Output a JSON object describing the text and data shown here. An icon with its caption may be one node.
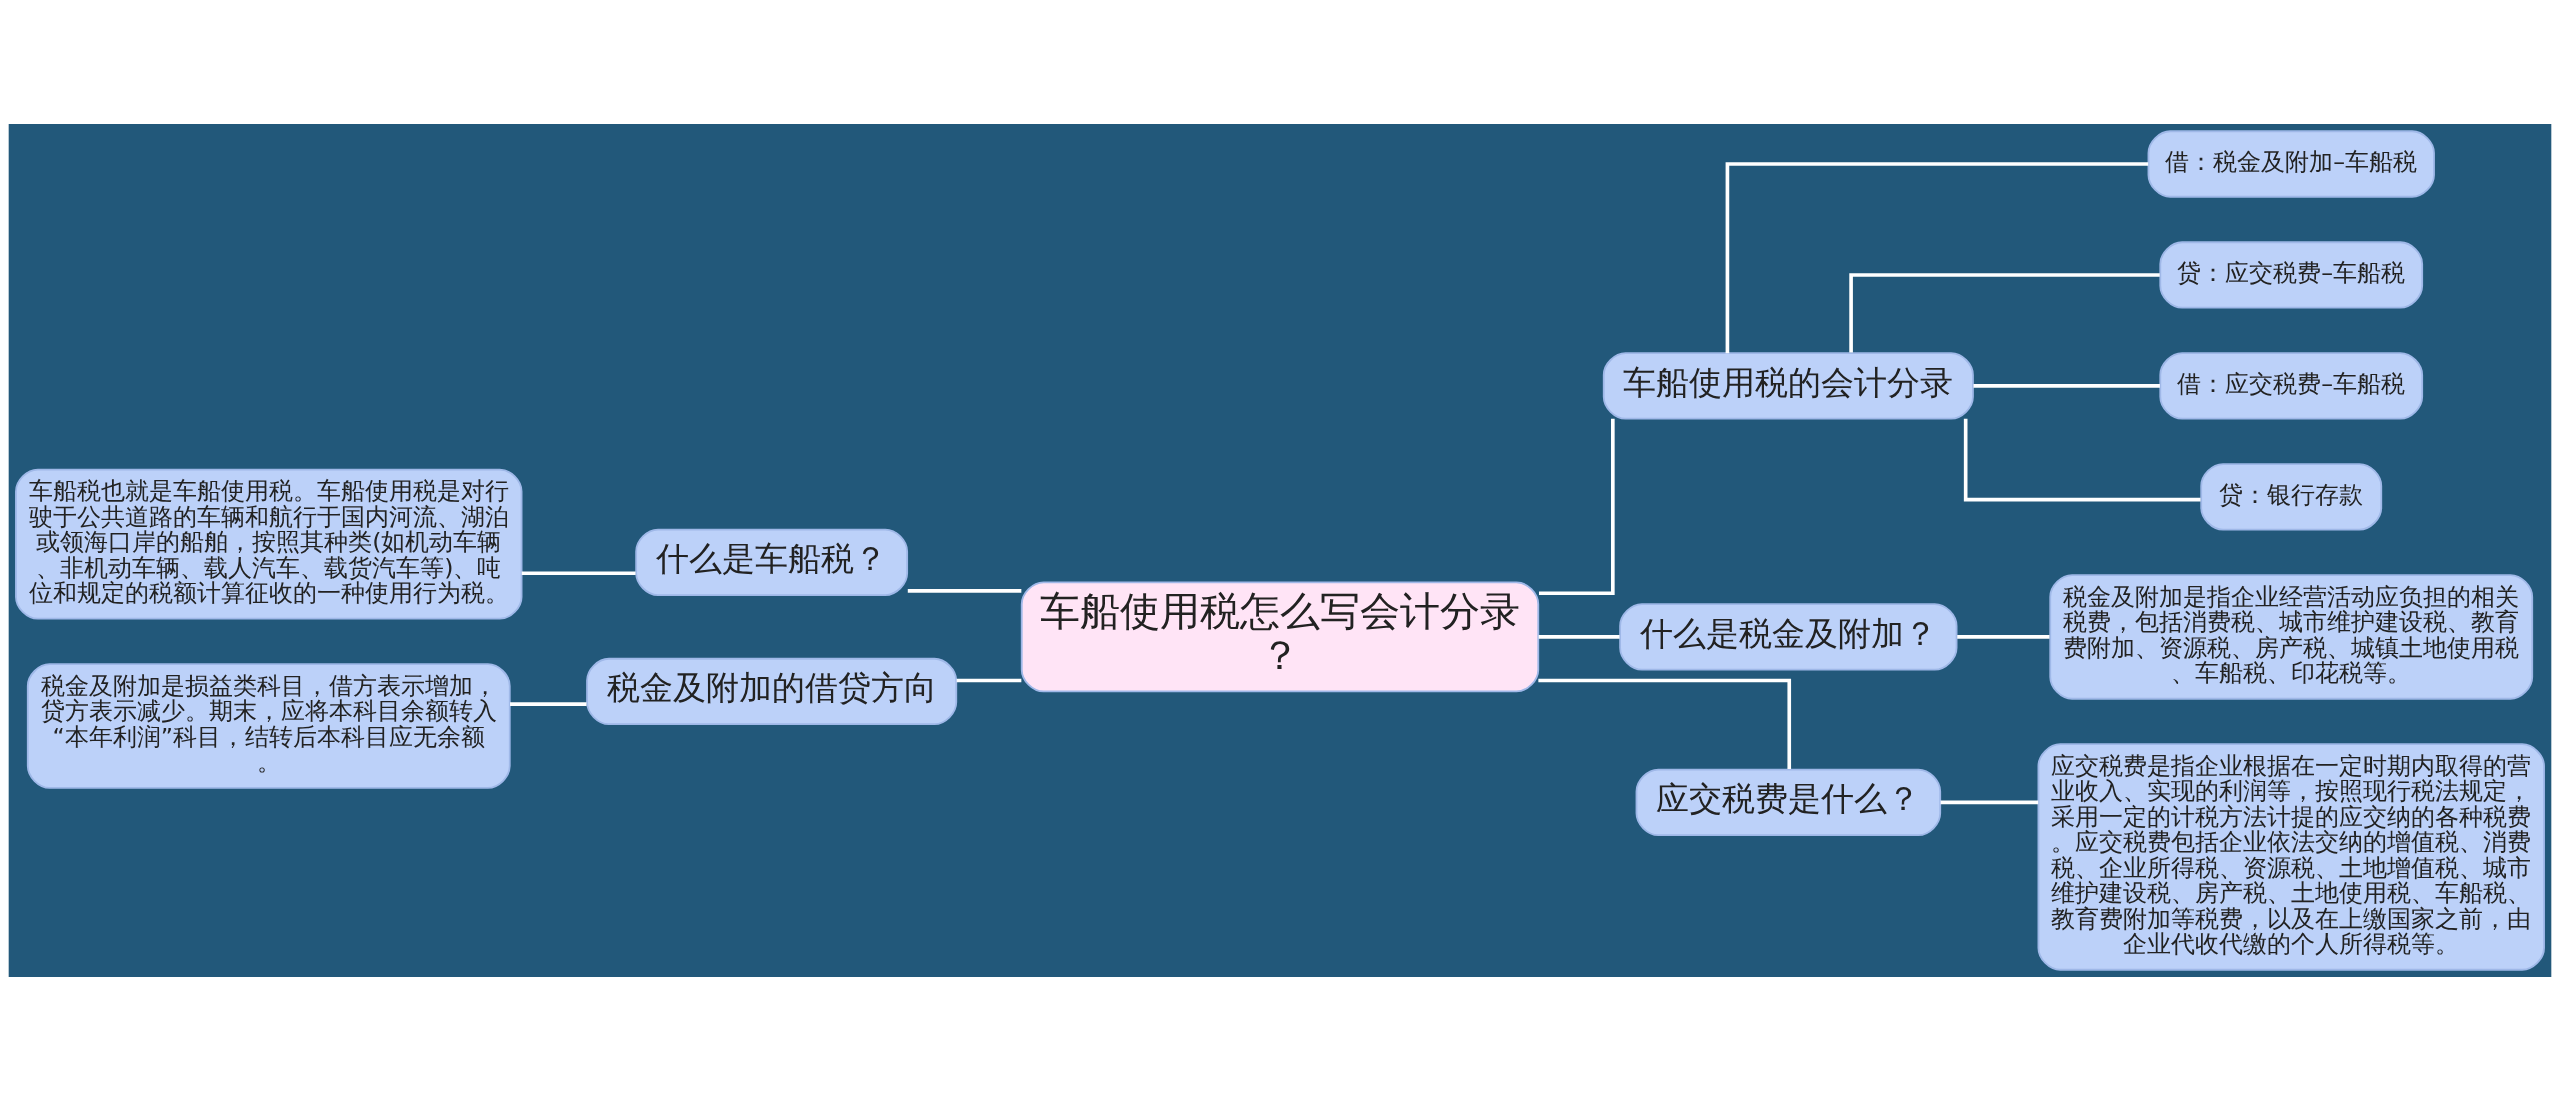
{
  "diagram": {
    "nodes": [
      {
        "text": [
          "车船使用税怎么写会计分录？"
        ]
      },
      {
        "text": [
          "什么是车船税？"
        ]
      },
      {
        "text": [
          "车船税也就是车船使用税。车船使用税是对行驶于公共道路的车辆和航行于国内河流、湖泊或领海口岸的船舶，按照其种类(如机动车辆、非机动车辆、载人汽车、载货汽车等)、吨位和规定的税额计算征收的一种使用行为税。"
        ]
      },
      {
        "text": [
          "税金及附加的借贷方向"
        ]
      },
      {
        "text": [
          "税金及附加是损益类科目，借方表示增加，贷方表示减少。期末，应将本科目余额转入“本年利润”科目，结转后本科目应无余额。"
        ]
      },
      {
        "text": [
          "车船使用税的会计分录"
        ]
      },
      {
        "text": [
          "借：税金及附加–车船税"
        ]
      },
      {
        "text": [
          "贷：应交税费–车船税"
        ]
      },
      {
        "text": [
          "借：应交税费–车船税"
        ]
      },
      {
        "text": [
          "贷：银行存款"
        ]
      },
      {
        "text": [
          "什么是税金及附加？"
        ]
      },
      {
        "text": [
          "税金及附加是指企业经营活动应负担的相关税费，包括消费税、城市维护建设税、教育费附加、资源税、房产税、城镇土地使用税、车船税、印花税等。"
        ]
      },
      {
        "text": [
          "应交税费是什么？"
        ]
      },
      {
        "text": [
          "应交税费是指企业根据在一定时期内取得的营业收入、实现的利润等，按照现行税法规定，采用一定的计税方法计提的应交纳的各种税费。应交税费包括企业依法交纳的增值税、消费税、企业所得税、资源税、土地增值税、城市维护建设税、房产税、土地使用税、车船税、教育费附加等税费，以及在上缴国家之前，由企业代收代缴的个人所得税等。"
        ]
      }
    ],
    "edges": [
      {
        "from": 0,
        "to": 1,
        "arrow": "none"
      },
      {
        "from": 1,
        "to": 2,
        "arrow": "none"
      },
      {
        "from": 0,
        "to": 3,
        "arrow": "none"
      },
      {
        "from": 3,
        "to": 4,
        "arrow": "none"
      },
      {
        "from": 0,
        "to": 5,
        "arrow": "none"
      },
      {
        "from": 5,
        "to": 6,
        "arrow": "none"
      },
      {
        "from": 5,
        "to": 7,
        "arrow": "none"
      },
      {
        "from": 5,
        "to": 8,
        "arrow": "none"
      },
      {
        "from": 5,
        "to": 9,
        "arrow": "none"
      },
      {
        "from": 0,
        "to": 10,
        "arrow": "none"
      },
      {
        "from": 10,
        "to": 11,
        "arrow": "none"
      },
      {
        "from": 0,
        "to": 12,
        "arrow": "none"
      },
      {
        "from": 12,
        "to": 13,
        "arrow": "none"
      }
    ]
  }
}
